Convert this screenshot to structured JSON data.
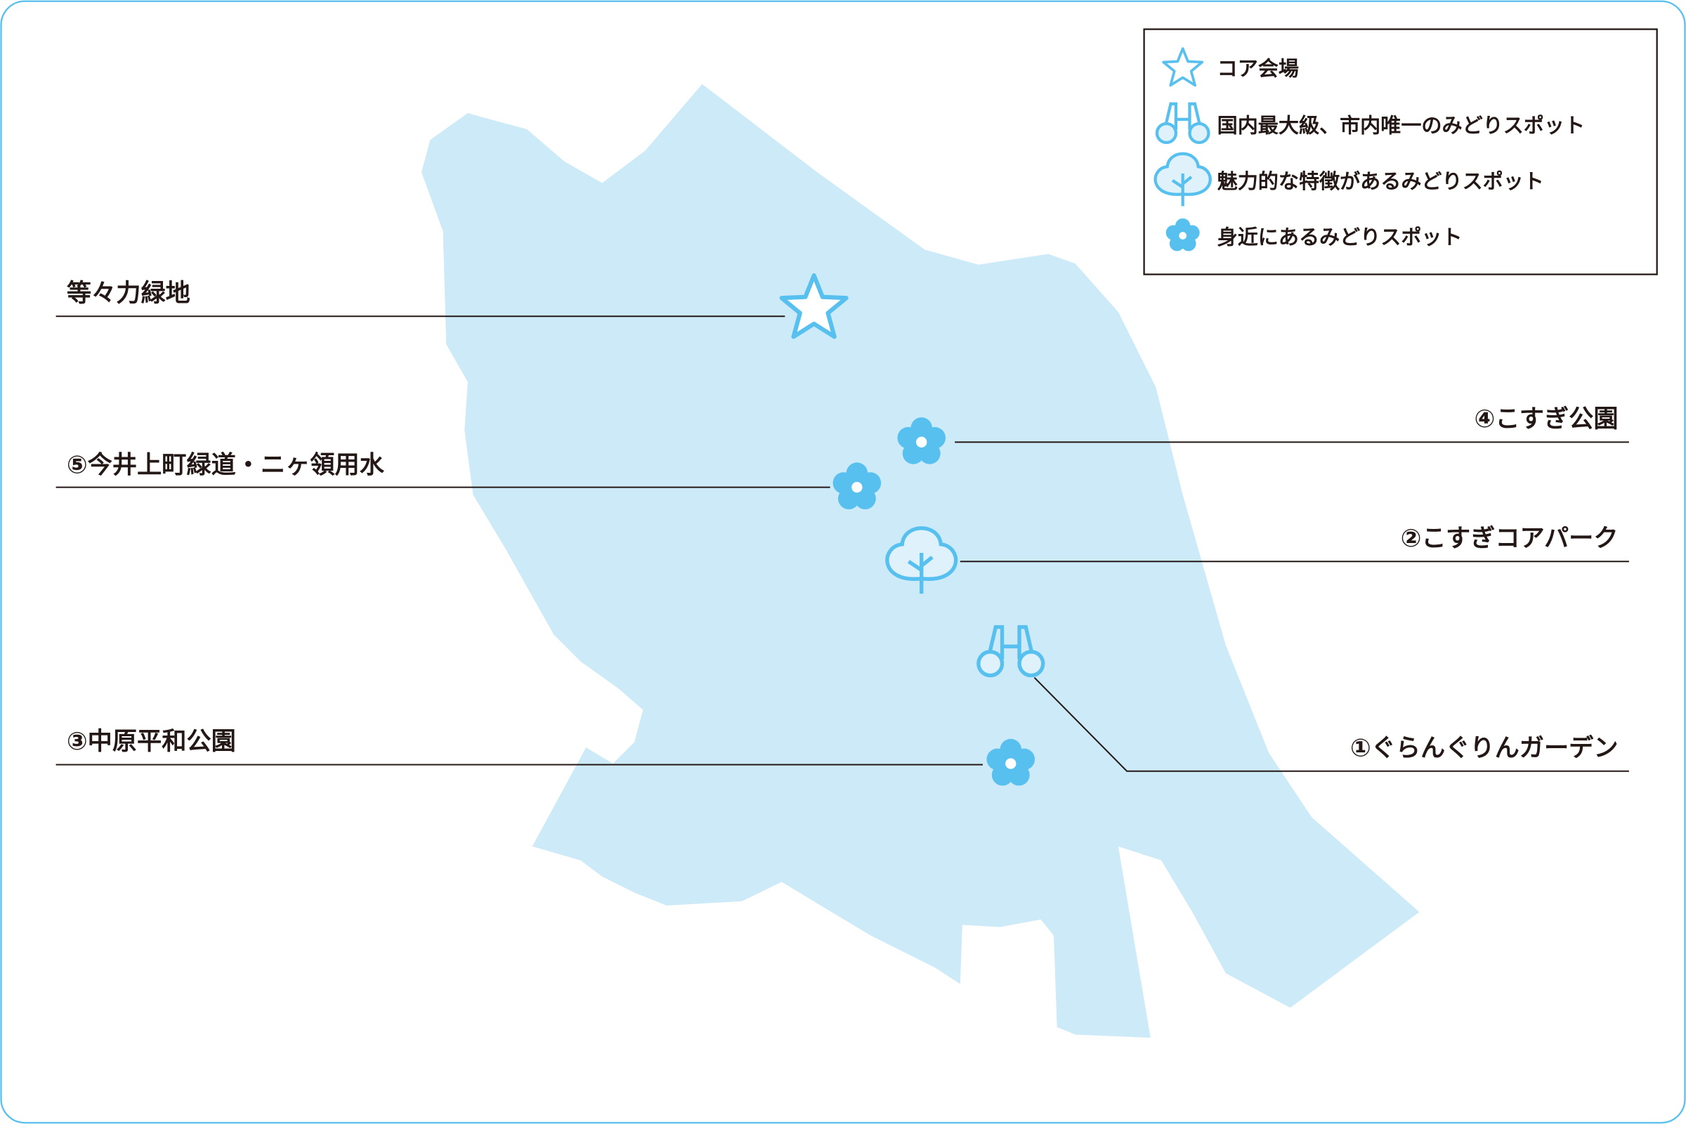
{
  "colors": {
    "land": "#cdeaf8",
    "icon": "#57c0ee",
    "icon_fill": "#dff2fb",
    "line": "#231815",
    "frame": "#57c0ee"
  },
  "legend": [
    {
      "icon": "star-icon",
      "label": "コア会場"
    },
    {
      "icon": "binoculars-icon",
      "label": "国内最大級、市内唯一のみどりスポット"
    },
    {
      "icon": "tree-icon",
      "label": "魅力的な特徴があるみどりスポット"
    },
    {
      "icon": "flower-icon",
      "label": "身近にあるみどりスポット"
    }
  ],
  "places": [
    {
      "label": "等々力緑地",
      "icon": "star-icon"
    },
    {
      "label": "④こすぎ公園",
      "icon": "flower-icon"
    },
    {
      "label": "⑤今井上町緑道・ニヶ領用水",
      "icon": "flower-icon"
    },
    {
      "label": "②こすぎコアパーク",
      "icon": "tree-icon"
    },
    {
      "label": "①ぐらんぐりんガーデン",
      "icon": "binoculars-icon"
    },
    {
      "label": "③中原平和公園",
      "icon": "flower-icon"
    }
  ]
}
